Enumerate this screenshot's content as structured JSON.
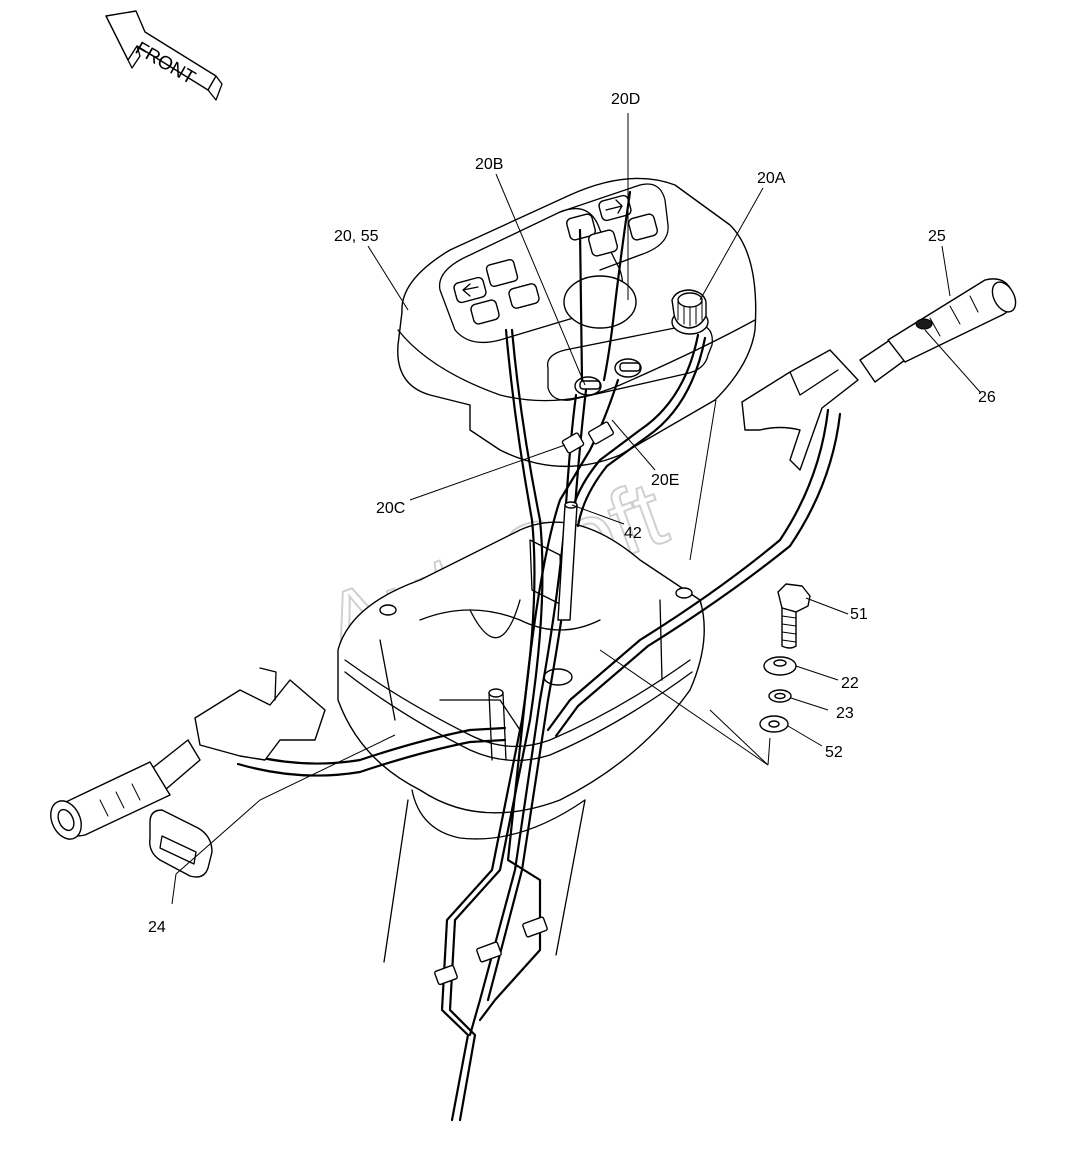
{
  "direction_label": "FRONT",
  "watermark": "AutoSoft",
  "callouts": {
    "c20D": "20D",
    "c20B": "20B",
    "c20A": "20A",
    "c2055": "20, 55",
    "c25": "25",
    "c26": "26",
    "c20E": "20E",
    "c20C": "20C",
    "c42": "42",
    "c51": "51",
    "c22": "22",
    "c23": "23",
    "c52": "52",
    "c24": "24"
  }
}
